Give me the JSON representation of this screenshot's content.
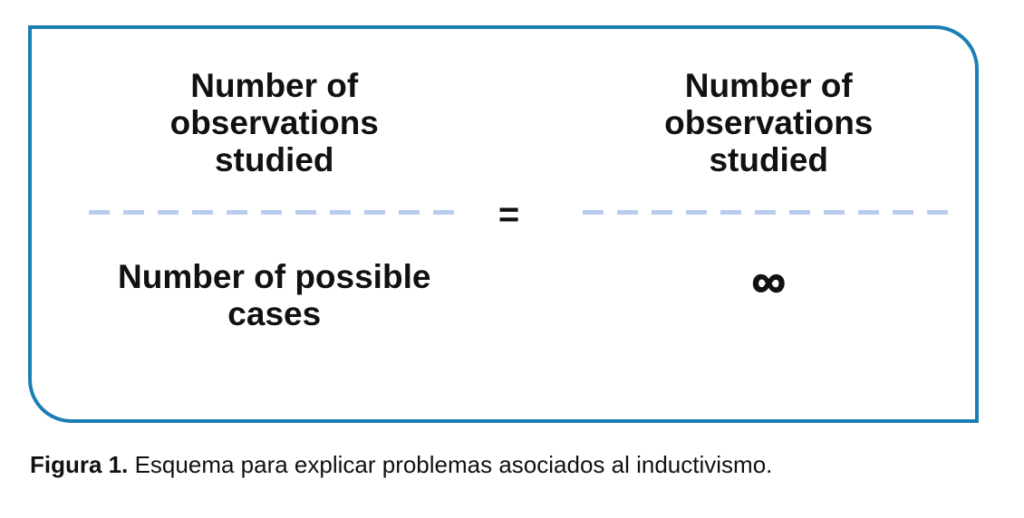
{
  "colors": {
    "box_border": "#1b7fb5",
    "fraction_line": "#b8cdee",
    "text": "#111111"
  },
  "equation": {
    "left": {
      "numerator": "Number of\nobservations\nstudied",
      "denominator": "Number of possible\ncases"
    },
    "equals_sign": "=",
    "right": {
      "numerator": "Number of\nobservations\nstudied",
      "denominator": "∞"
    }
  },
  "caption": {
    "label": "Figura 1.",
    "text": "Esquema para explicar problemas asociados al inductivismo."
  }
}
